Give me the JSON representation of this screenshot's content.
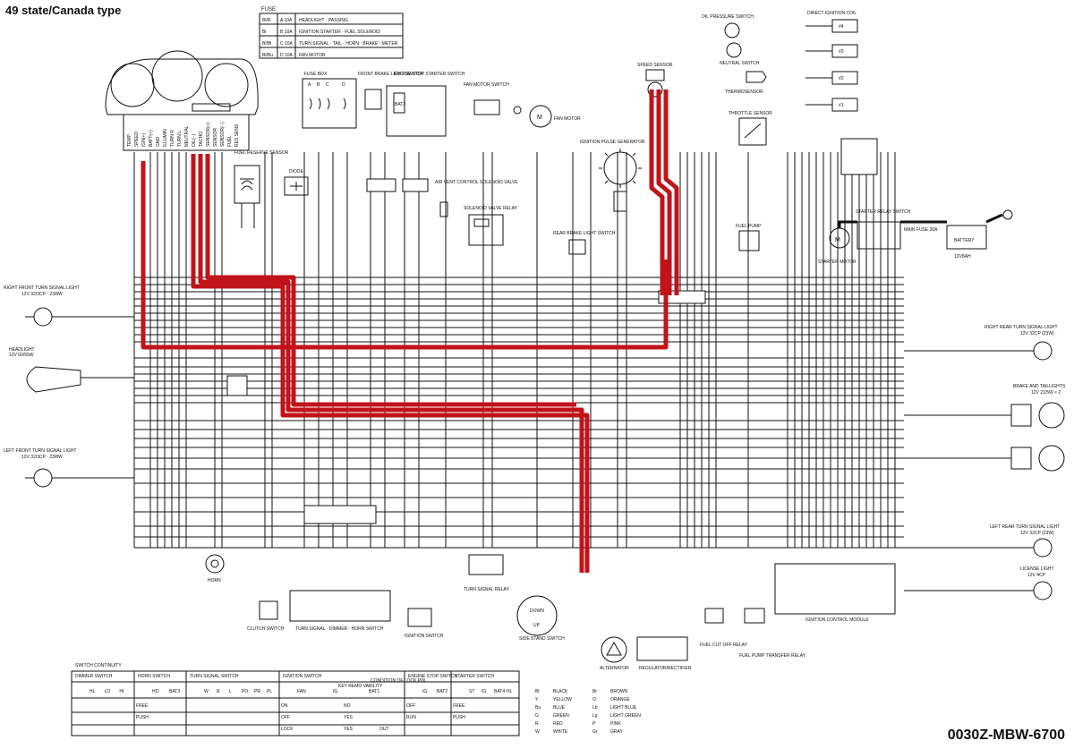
{
  "header": {
    "title": "49 state/Canada type"
  },
  "footer": {
    "code": "0030Z-MBW-6700"
  },
  "fuse_table": {
    "title": "FUSE",
    "rows": [
      {
        "wires": "Bl/R",
        "id": "A",
        "amps": "10A",
        "circuit": "HEADLIGHT · PASSING"
      },
      {
        "wires": "Bl",
        "id": "B",
        "amps": "10A",
        "circuit": "IGNITION·STARTER · FUEL SOLENOID"
      },
      {
        "wires": "Bl/Bl",
        "id": "C",
        "amps": "10A",
        "circuit": "TURN SIGNAL · TAIL · HORN · BRAKE · METER"
      },
      {
        "wires": "Bl/Bu",
        "id": "D",
        "amps": "10A",
        "circuit": "FAN MOTOR"
      }
    ]
  },
  "components": {
    "fuse_box": "FUSE BOX",
    "front_brake": "FRONT BRAKE LIGHT SWITCH",
    "engine_stop": "ENGINE STOP STARTER SWITCH",
    "fan_motor_switch": "FAN MOTOR SWITCH",
    "fan_motor": "FAN MOTOR",
    "oil_pressure": "OIL PRESSURE SWITCH",
    "neutral": "NEUTRAL SWITCH",
    "thermosensor": "THERMOSENSOR",
    "direct_ignition": "DIRECT IGNITION COIL",
    "speed_sensor": "SPEED SENSOR",
    "throttle_sensor": "THROTTLE SENSOR",
    "ignition_pulse": "IGNITION PULSE GENERATOR",
    "fuel_reserve": "FUEL RESERVE SENSOR",
    "diode": "DIODE",
    "air_vent": "AIR VENT CONTROL SOLENOID VALVE",
    "solenoid_relay": "SOLENOID VALVE RELAY",
    "rear_brake": "REAR BRAKE LIGHT SWITCH",
    "fuel_pump": "FUEL PUMP",
    "starter_relay": "STARTER RELAY SWITCH",
    "main_fuse": "MAIN FUSE 30A",
    "battery": "BATTERY",
    "battery_spec": "12V8AH",
    "starter_motor": "STARTER MOTOR",
    "rf_turn": "RIGHT FRONT TURN SIGNAL LIGHT",
    "rf_turn_spec": "12V 32/3CP · 23/8W",
    "headlight": "HEADLIGHT",
    "headlight_spec": "12V 60/55W",
    "lf_turn": "LEFT FRONT TURN SIGNAL LIGHT",
    "lf_turn_spec": "12V 32/3CP · 23/8W",
    "rr_turn": "RIGHT REAR TURN SIGNAL LIGHT",
    "rr_turn_spec": "12V 32CP (23W)",
    "brake_tail": "BRAKE AND TAILLIGHTS",
    "brake_tail_spec": "12V 21/5W × 2",
    "lr_turn": "LEFT REAR TURN SIGNAL LIGHT",
    "lr_turn_spec": "12V 32CP (23W)",
    "license": "LICENSE LIGHT",
    "license_spec": "12V 4CP",
    "horn": "HORN",
    "clutch": "CLUTCH SWITCH",
    "turn_dimmer_horn": "TURN SIGNAL · DIMMER · HORN SWITCH",
    "ignition_switch": "IGNITION SWITCH",
    "turn_relay": "TURN SIGNAL RELAY",
    "side_stand": "SIDE STAND SWITCH",
    "alternator": "ALTERNATOR",
    "regulator": "REGULATOR/RECTIFIER",
    "fuel_cut": "FUEL CUT OFF RELAY",
    "fuel_transfer": "FUEL PUMP TRANSFER RELAY",
    "icm": "IGNITION CONTROL MODULE"
  },
  "meter_pins": [
    "TEMP",
    "SPEED",
    "IGN(+)",
    "BATT(+)",
    "GND",
    "ILLUMIN",
    "TURN R",
    "TURN L",
    "NEUTRAL",
    "OIL(−)",
    "TACHO",
    "SENSOR(+)",
    "SENSOR",
    "SENSOR(−)",
    "FUEL",
    "RES SENS"
  ],
  "switch_continuity": {
    "title": "SWITCH CONTINUITY",
    "dimmer": {
      "title": "DIMMER SWITCH",
      "cols": [
        "HL",
        "LO",
        "HI"
      ]
    },
    "horn": {
      "title": "HORN SWITCH",
      "cols": [
        "HO",
        "BAT3"
      ],
      "rows": [
        "FREE",
        "PUSH"
      ]
    },
    "turn": {
      "title": "TURN SIGNAL SWITCH",
      "cols": [
        "W",
        "R",
        "L",
        "PO",
        "PR",
        "PL"
      ]
    },
    "ignition": {
      "title": "IGNITION SWITCH",
      "cols": [
        "FAN",
        "IG",
        "BAT1"
      ],
      "rows": [
        "ON",
        "OFF",
        "LOCK"
      ],
      "key_col": "KEY REMO VABILITY",
      "lock_col": "CONDITION OF LOCK PIN",
      "key_vals": [
        "NO",
        "YES",
        "YES"
      ],
      "lock_vals": [
        "",
        "",
        "OUT"
      ]
    },
    "engine_stop": {
      "title": "ENGINE STOP SWITCH",
      "cols": [
        "IG",
        "BAT2"
      ],
      "rows": [
        "OFF",
        "RUN"
      ]
    },
    "starter": {
      "title": "STARTER SWITCH",
      "cols": [
        "ST",
        "IG",
        "BAT4",
        "HL"
      ],
      "rows": [
        "FREE",
        "PUSH"
      ]
    }
  },
  "color_legend": [
    {
      "code": "Bl",
      "name": "BLACK"
    },
    {
      "code": "Y",
      "name": "YELLOW"
    },
    {
      "code": "Bu",
      "name": "BLUE"
    },
    {
      "code": "G",
      "name": "GREEN"
    },
    {
      "code": "R",
      "name": "RED"
    },
    {
      "code": "W",
      "name": "WHITE"
    },
    {
      "code": "Br",
      "name": "BROWN"
    },
    {
      "code": "O",
      "name": "ORANGE"
    },
    {
      "code": "Lb",
      "name": "LIGHT BLUE"
    },
    {
      "code": "Lg",
      "name": "LIGHT GREEN"
    },
    {
      "code": "P",
      "name": "PINK"
    },
    {
      "code": "Gr",
      "name": "GRAY"
    }
  ],
  "colors": {
    "highlight": "#c0141a",
    "line": "#111111"
  }
}
